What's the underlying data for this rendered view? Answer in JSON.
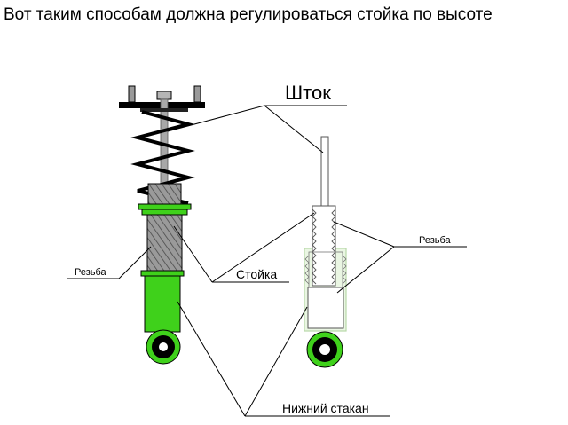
{
  "title": "Вот таким способам должна регулироваться стойка по высоте",
  "labels": {
    "rod": "Шток",
    "thread_right": "Резьба",
    "thread_left": "Резьба",
    "strut": "Стойка",
    "lower_cup": "Нижний стакан"
  },
  "colors": {
    "green": "#3fd11b",
    "green_dark": "#1f8a0a",
    "gray": "#8c8c8c",
    "black": "#000000",
    "pale_green": "#eaf6e3"
  }
}
